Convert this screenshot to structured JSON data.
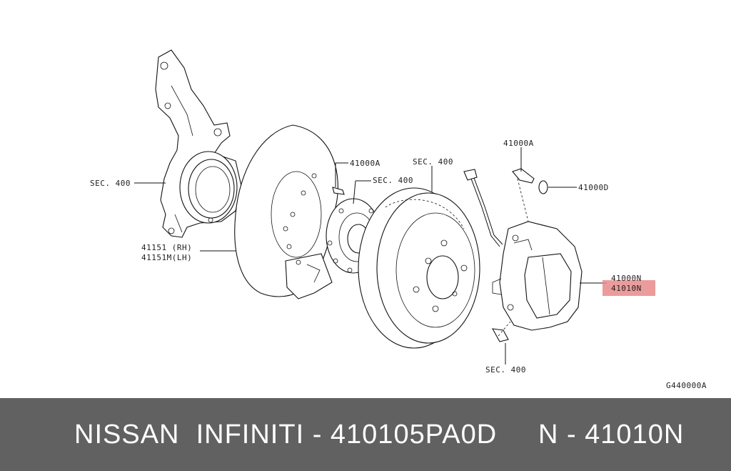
{
  "diagram": {
    "labels": {
      "sec400_knuckle": "SEC. 400",
      "shield_rh": "41151 (RH)",
      "shield_lh": "41151M(LH)",
      "bolt_41000a_left": "41000A",
      "sec400_hub": "SEC. 400",
      "sec400_rotor": "SEC. 400",
      "bolt_41000a_right": "41000A",
      "washer_41000d": "41000D",
      "caliper_41000n": "41000N",
      "pad_41010n": "41010N",
      "sec400_bottom": "SEC. 400",
      "figure_code": "G440000A"
    },
    "highlight_color": "#e88a8a"
  },
  "footer": {
    "text": "NISSAN  INFINITI - 410105PA0D     N - 41010N"
  }
}
